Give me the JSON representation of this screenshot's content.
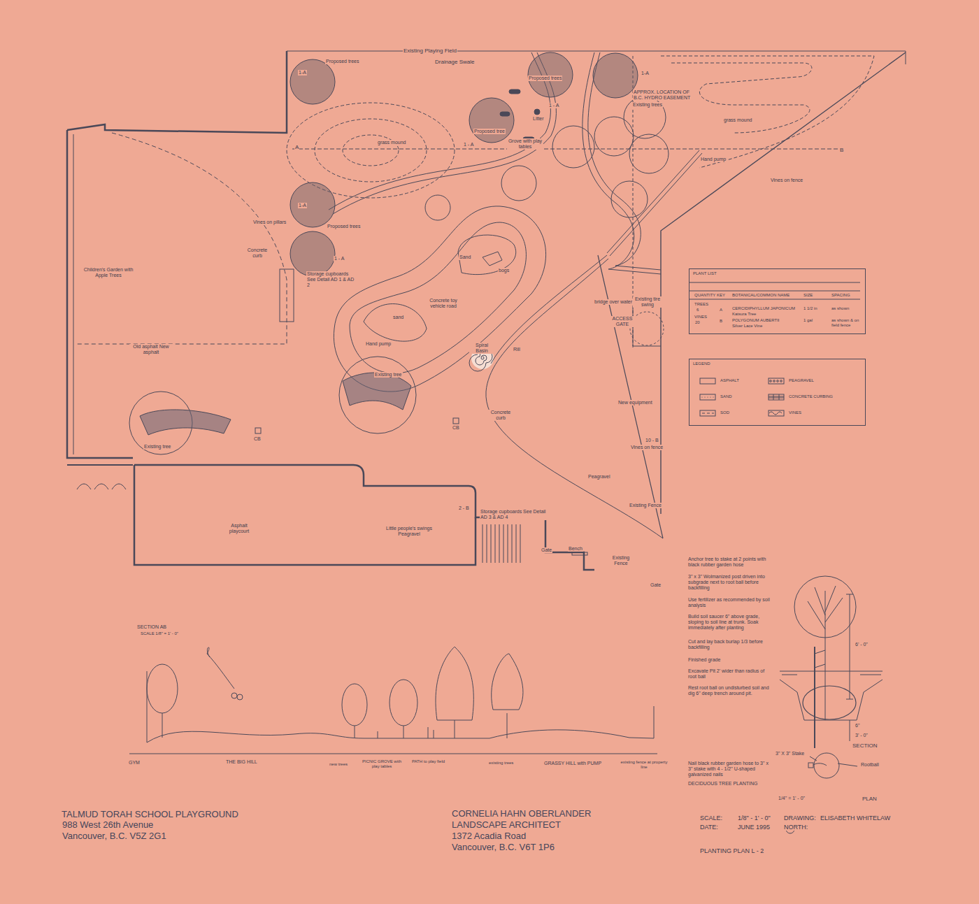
{
  "diagram": {
    "title": "TALMUD TORAH SCHOOL PLAYGROUND",
    "nodes": [
      {
        "text": [
          "PLANT LIST"
        ]
      },
      {
        "text": [
          "LEGEND"
        ]
      }
    ],
    "labels": [
      "Existing Playing Field",
      "Drainage Swale",
      "Proposed trees",
      "1-A",
      "Proposed trees",
      "1-A",
      "APPROX. LOCATION OF B.C. HYDRO EASEMENT",
      "1 - A",
      "Existing trees",
      "Litter",
      "Proposed tree",
      "Grove with play tables",
      "grass mound",
      "1 - A",
      "grass mound",
      "A",
      "B",
      "Hand pump",
      "Vines on fence",
      "1-A",
      "Vines on pillars",
      "Proposed trees",
      "Concrete curb",
      "1 - A",
      "Children's Garden with Apple Trees",
      "Storage cupboards See Detail AD 1 & AD 2",
      "Sand",
      "bogs",
      "Concrete toy vehicle road",
      "sand",
      "Hand pump",
      "Old asphalt New asphalt",
      "Spiral Basin",
      "Rill",
      "bridge over water",
      "Existing tire swing",
      "ACCESS GATE",
      "Existing tree",
      "New equipment",
      "Concrete curb",
      "CB",
      "CB",
      "Existing tree",
      "10 - B",
      "Vines on fence",
      "Peagravel",
      "Existing Fence",
      "Asphalt playcourt",
      "Little people's swings Peagravel",
      "2 - B",
      "Storage cupboards See Detail AD 3 & AD 4",
      "Gate",
      "Bench",
      "Existing Fence",
      "Gate",
      "QUANTITY",
      "KEY",
      "BOTANICAL/COMMON NAME",
      "SIZE",
      "SPACING",
      "TREES",
      "6",
      "A",
      "CERCIDIPHYLLUM JAPONICUM",
      "Katsura Tree",
      "1 1/2 in",
      "as shown",
      "VINES",
      "20",
      "B",
      "POLYGONUM AUBERTII",
      "Silver Lace Vine",
      "1 gal",
      "as shown & on field fence",
      "Anchor tree to stake at 2 points with black rubber garden hose",
      "3\" x 3\" Wolmanized post driven into subgrade next to root ball before backfilling",
      "Use fertilizer as recommended by soil analysis",
      "Build soil saucer 6\" above grade, sloping to soil line at trunk. Soak immediately after planting",
      "Cut and lay back burlap 1/3 before backfilling",
      "Finished grade",
      "Excavate Pit 2' wider than radius of root ball",
      "Rest root ball on undisturbed soil and dig 6\" deep trench around pit.",
      "6' - 0\"",
      "6\"",
      "3' - 0\"",
      "SECTION",
      "3\" X 3\" Stake",
      "Rootball",
      "Nail black rubber garden hose to 3\" x 3\" stake with 4 - 1/2\" U-shaped galvanized nails",
      "DECIDUOUS TREE PLANTING",
      "1/4\" = 1' - 0\"",
      "PLAN",
      "SECTION AB",
      "SCALE 1/8\" = 1' - 0\"",
      "GYM",
      "THE BIG HILL",
      "new trees",
      "PICNIC GROVE with play tables",
      "PATH to play field",
      "existing trees",
      "GRASSY HILL with PUMP",
      "existing fence at property line",
      "988 West 26th Avenue",
      "Vancouver, B.C. V5Z 2G1",
      "CORNELIA HAHN OBERLANDER",
      "LANDSCAPE ARCHITECT",
      "1372 Acadia Road",
      "Vancouver, B.C. V6T 1P6",
      "SCALE:",
      "1/8\" - 1' - 0\"",
      "DRAWING:",
      "ELISABETH WHITELAW",
      "DATE:",
      "JUNE 1995",
      "NORTH:",
      "PLANTING PLAN L - 2"
    ],
    "legend": [
      {
        "text": "ASPHALT"
      },
      {
        "text": "SAND"
      },
      {
        "text": "SOD"
      },
      {
        "text": "PEAGRAVEL"
      },
      {
        "text": "CONCRETE CURBING"
      },
      {
        "text": "VINES"
      }
    ]
  }
}
